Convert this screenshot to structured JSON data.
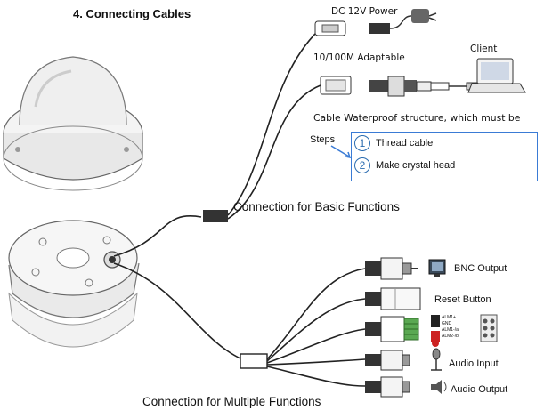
{
  "title": "4. Connecting Cables",
  "top_labels": {
    "power": "DC 12V Power",
    "network": "10/100M Adaptable",
    "client": "Client",
    "waterproof": "Cable Waterproof structure, which must be"
  },
  "steps": {
    "label": "Steps",
    "items": [
      {
        "number": "1",
        "text": "Thread cable"
      },
      {
        "number": "2",
        "text": "Make crystal head"
      }
    ]
  },
  "basic_caption": "Connection for Basic Functions",
  "outputs": {
    "bnc": "BNC Output",
    "reset": "Reset Button",
    "audio_in": "Audio Input",
    "audio_out": "Audio Output"
  },
  "alarm_labels": [
    "ALM1+",
    "GND",
    "ALM1-/a",
    "ALM2-/b"
  ],
  "multi_caption": "Connection for Multiple Functions",
  "colors": {
    "accent_blue": "#3a7bd5",
    "cable": "#222222",
    "connector_green": "#5aa852",
    "alarm_red": "#cc2222"
  }
}
